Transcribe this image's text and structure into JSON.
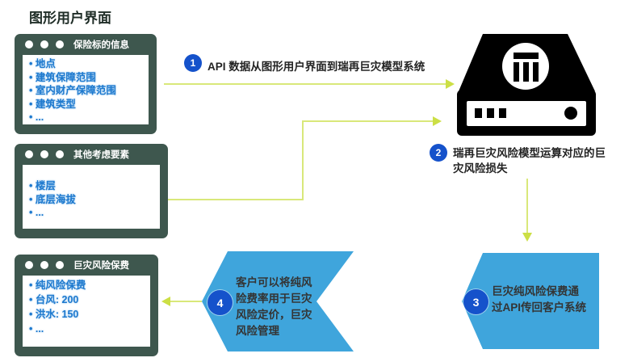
{
  "page_title": "图形用户界面",
  "colors": {
    "window_frame": "#3e574e",
    "bullet_text": "#1e79ce",
    "arrow_line": "#d9e87a",
    "arrow_head": "#ccdf45",
    "step_circle": "#1552cb",
    "chevron_fill": "#3fa5dc",
    "server_icon": "#000000"
  },
  "icons": {
    "server": "server-icon",
    "window_dots": "window-control-dots"
  },
  "windows": [
    {
      "title": "保险标的信息",
      "items": [
        "地点",
        "建筑保障范围",
        "室内财产保障范围",
        "建筑类型",
        "..."
      ]
    },
    {
      "title": "其他考虑要素",
      "items": [
        "楼层",
        "底层海拔",
        "..."
      ]
    },
    {
      "title": "巨灾风险保费",
      "items": [
        "纯风险保费",
        "台风: 200",
        "洪水: 150",
        "..."
      ]
    }
  ],
  "steps": [
    {
      "number": "1",
      "text": "API 数据从图形用户界面到瑞再巨灾模型系统"
    },
    {
      "number": "2",
      "text": "瑞再巨灾风险模型运算对应的巨灾风险损失"
    },
    {
      "number": "3",
      "text": "巨灾纯风险保费通过API传回客户系统"
    },
    {
      "number": "4",
      "text": "客户可以将纯风险费率用于巨灾风险定价，巨灾风险管理"
    }
  ]
}
